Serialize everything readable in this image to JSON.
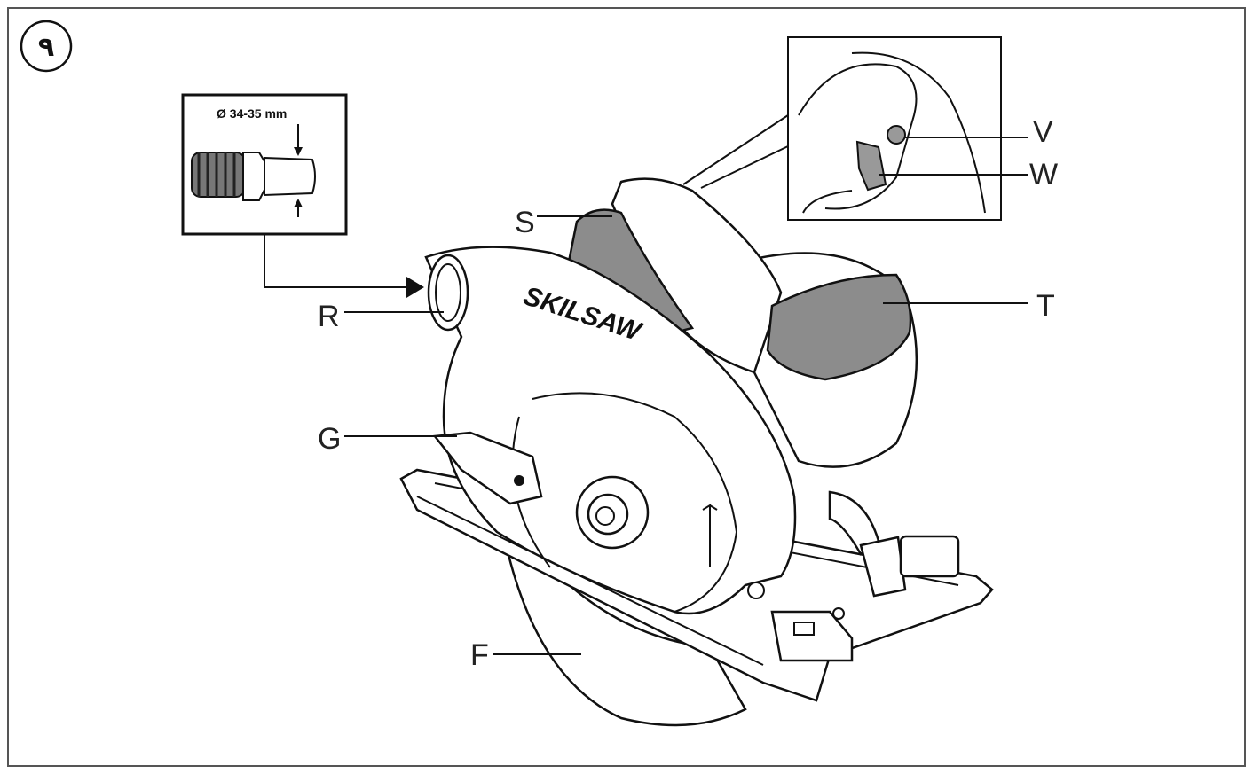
{
  "figure": {
    "number": "٩"
  },
  "inset_hose": {
    "dimension": "Ø 34-35 mm"
  },
  "brand": "SKILSAW",
  "labels": {
    "S": "S",
    "T": "T",
    "R": "R",
    "G": "G",
    "F": "F",
    "V": "V",
    "W": "W"
  },
  "colors": {
    "stroke": "#111111",
    "grey_part": "#8c8c8c",
    "frame": "#555555"
  },
  "icons": [
    "arrow-right-icon"
  ]
}
